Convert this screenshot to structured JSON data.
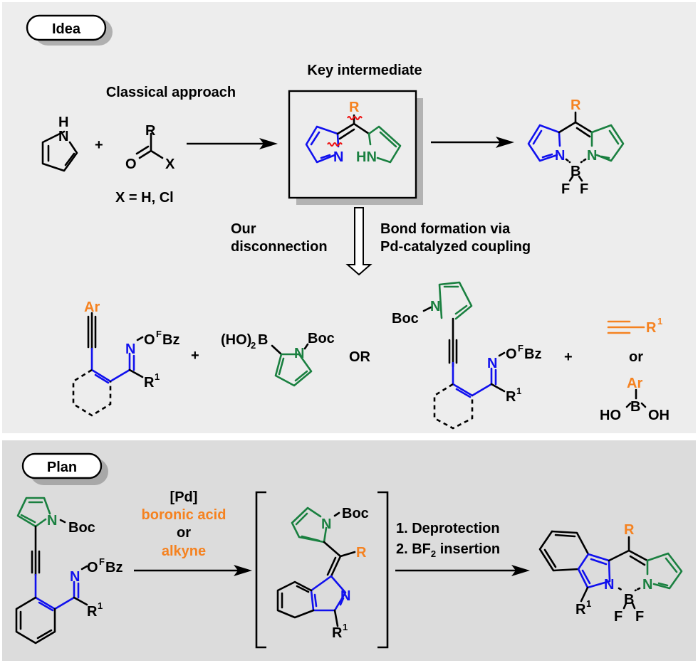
{
  "panels": {
    "idea": {
      "badge": "Idea",
      "classical_label": "Classical approach",
      "key_label": "Key intermediate",
      "x_def": "X = H, Cl",
      "disconnection_label": [
        "Our",
        "disconnection"
      ],
      "bond_label": [
        "Bond formation via",
        "Pd-catalyzed coupling"
      ],
      "or_label": "OR",
      "plus": "+",
      "lower_or": "or"
    },
    "plan": {
      "badge": "Plan",
      "reagent_catalyst": "[Pd]",
      "reagent_opt1": "boronic acid",
      "reagent_or": "or",
      "reagent_opt2": "alkyne",
      "step1": "1. Deprotection",
      "step2_pre": "2. BF",
      "step2_sub": "2",
      "step2_post": " insertion"
    }
  },
  "atoms": {
    "H": "H",
    "N": "N",
    "R": "R",
    "O": "O",
    "X": "X",
    "HN": "HN",
    "B": "B",
    "F": "F",
    "Ar": "Ar",
    "Boc": "Boc",
    "OFBz_O": "O",
    "OFBz_F": "F",
    "OFBz_Bz": "Bz",
    "R1": "R",
    "one": "1",
    "HO2B_a": "(HO)",
    "HO2B_sub": "2",
    "HO2B_b": "B",
    "HO": "HO",
    "OH": "OH"
  },
  "colors": {
    "blue": "#1010ee",
    "green": "#1a8040",
    "orange": "#f58220",
    "red": "#ee1010",
    "idea_bg": "#ededed",
    "plan_bg": "#dcdcdc"
  }
}
